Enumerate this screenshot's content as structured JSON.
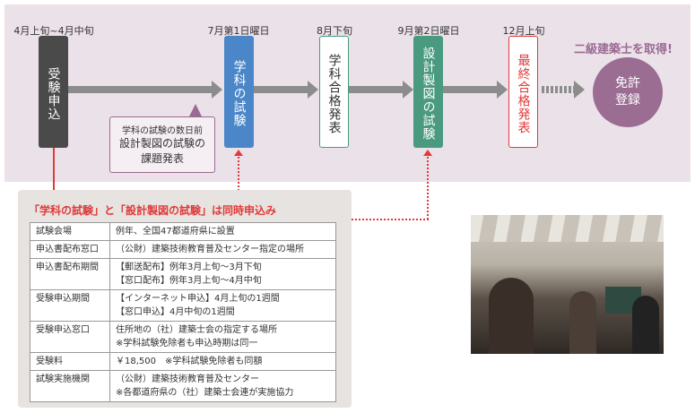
{
  "timeline": [
    {
      "date": "4月上旬~4月中旬",
      "label": "受験申込",
      "color": "#4a4a4a"
    },
    {
      "date": "7月第1日曜日",
      "label": "学科の試験",
      "color": "#4a86c8"
    },
    {
      "date": "8月下旬",
      "label": "学科合格発表",
      "color": "#4a9a80"
    },
    {
      "date": "9月第2日曜日",
      "label": "設計製図の試験",
      "color": "#4a9a80"
    },
    {
      "date": "12月上旬",
      "label": "最終合格発表",
      "color": "#e03a3a"
    }
  ],
  "callout": {
    "line1": "学科の試験の数日前",
    "line2": "設計製図の試験の",
    "line3": "課題発表"
  },
  "goal": {
    "title": "二級建築士を取得!",
    "circle_line1": "免許",
    "circle_line2": "登録"
  },
  "panel": {
    "title": "「学科の試験」と「設計製図の試験」は同時申込み",
    "rows": [
      {
        "label": "試験会場",
        "lines": [
          "例年、全国47都道府県に設置"
        ]
      },
      {
        "label": "申込書配布窓口",
        "lines": [
          "（公財）建築技術教育普及センター指定の場所"
        ]
      },
      {
        "label": "申込書配布期間",
        "lines": [
          "【郵送配布】例年3月上旬～3月下旬",
          "【窓口配布】例年3月上旬～4月中旬"
        ]
      },
      {
        "label": "受験申込期間",
        "lines": [
          "【インターネット申込】4月上旬の1週間",
          "【窓口申込】4月中旬の1週間"
        ]
      },
      {
        "label": "受験申込窓口",
        "lines": [
          "住所地の（社）建築士会の指定する場所",
          "※学科試験免除者も申込時期は同一"
        ]
      },
      {
        "label": "受験料",
        "lines": [
          "￥18,500　※学科試験免除者も同額"
        ]
      },
      {
        "label": "試験実施機関",
        "lines": [
          "（公財）建築技術教育普及センター",
          "※各都道府県の（社）建築士会連が実施協力"
        ]
      }
    ]
  }
}
